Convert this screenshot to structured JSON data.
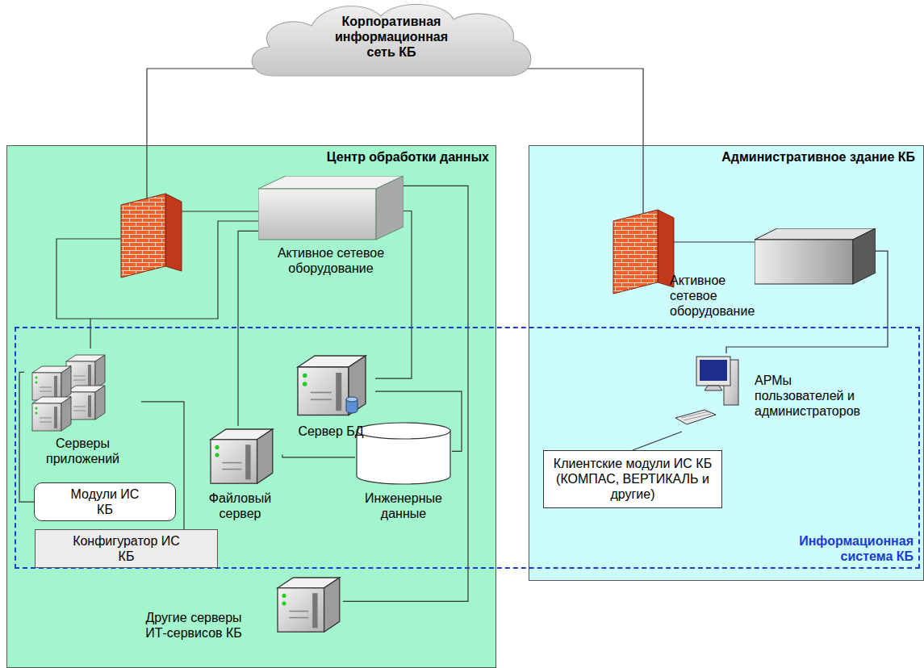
{
  "diagram": {
    "nodes": [
      {
        "text": [
          "Корпоративная информационная сеть КБ"
        ]
      },
      {
        "text": [
          "Центр обработки данных"
        ]
      },
      {
        "text": [
          "Административное здание КБ"
        ]
      },
      {
        "text": [
          "Информационная система КБ"
        ]
      },
      {
        "text": [
          "Активное сетевое оборудование"
        ],
        "in": 1
      },
      {
        "text": [
          "Серверы приложений"
        ],
        "in": 3
      },
      {
        "text": [
          "Модули ИС КБ"
        ],
        "in": 3
      },
      {
        "text": [
          "Конфигуратор ИС КБ"
        ],
        "in": 3
      },
      {
        "text": [
          "Сервер БД"
        ],
        "in": 3
      },
      {
        "text": [
          "Файловый сервер"
        ],
        "in": 3
      },
      {
        "text": [
          "Инженерные данные"
        ],
        "in": 3
      },
      {
        "text": [
          "Другие серверы ИТ-сервисов КБ"
        ],
        "in": 1
      },
      {
        "text": [
          "Активное сетевое оборудование"
        ],
        "in": 2
      },
      {
        "text": [
          "АРМы пользователей и администраторов"
        ],
        "in": 3
      },
      {
        "text": [
          "Клиентские модули ИС КБ (КОМПАС, ВЕРТИКАЛЬ и другие)"
        ],
        "in": 3
      }
    ],
    "edges": [
      {
        "from": 4,
        "to": 5,
        "arrow": "none"
      },
      {
        "from": 4,
        "to": 9,
        "arrow": "none"
      },
      {
        "from": 4,
        "to": 8,
        "arrow": "none"
      },
      {
        "from": 4,
        "to": 11,
        "arrow": "none"
      },
      {
        "from": 8,
        "to": 10,
        "arrow": "none"
      },
      {
        "from": 9,
        "to": 10,
        "arrow": "none"
      },
      {
        "from": 5,
        "to": 6,
        "arrow": "none"
      },
      {
        "from": 5,
        "to": 7,
        "arrow": "none"
      },
      {
        "from": 12,
        "to": 13,
        "arrow": "none"
      },
      {
        "from": 13,
        "to": 14,
        "arrow": "none"
      }
    ]
  }
}
